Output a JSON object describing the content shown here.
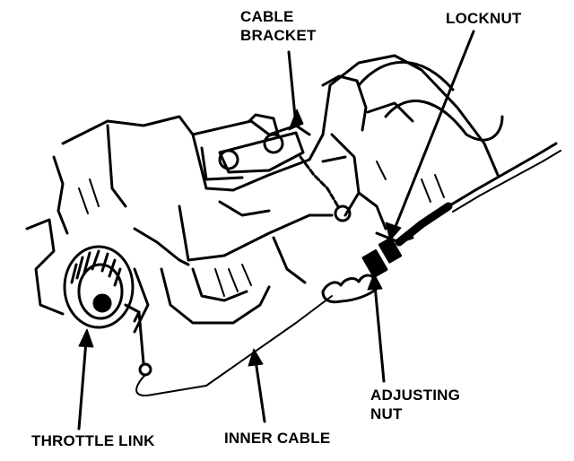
{
  "labels": {
    "cable_bracket": [
      "CABLE",
      "BRACKET"
    ],
    "locknut": "LOCKNUT",
    "adjusting_nut": [
      "ADJUSTING",
      "NUT"
    ],
    "throttle_link": "THROTTLE LINK",
    "inner_cable": "INNER CABLE"
  },
  "colors": {
    "ink": "#000000",
    "paper": "#ffffff"
  }
}
